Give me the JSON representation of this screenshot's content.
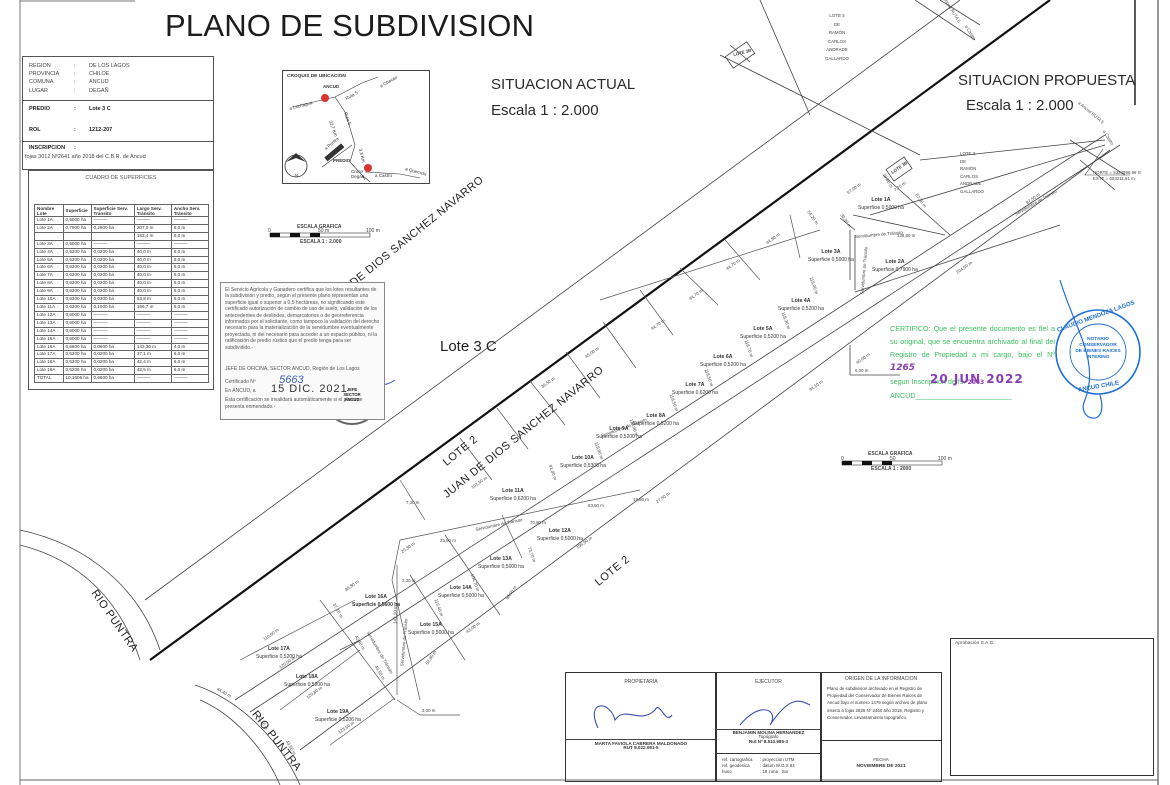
{
  "document": {
    "title": "PLANO DE SUBDIVISION"
  },
  "info_box": {
    "rows": [
      {
        "key": "REGION",
        "sep": ":",
        "value": "DE LOS LAGOS"
      },
      {
        "key": "PROVINCIA",
        "sep": ":",
        "value": "CHILOE"
      },
      {
        "key": "COMUNA",
        "sep": ":",
        "value": "ANCUD"
      },
      {
        "key": "LUGAR",
        "sep": ":",
        "value": "DEGAÑ"
      }
    ],
    "predio": {
      "key": "PREDIO",
      "sep": ":",
      "value": "Lote 3 C"
    },
    "rol": {
      "key": "ROL",
      "sep": ":",
      "value": "1212-207"
    },
    "inscripcion": {
      "key": "INSCRIPCION",
      "sep": ":",
      "value": "fojas 3012 Nº2641 año 2018 del C.B.R. de Ancud"
    }
  },
  "superficies": {
    "caption": "CUADRO DE SUPERFICIES",
    "headers": [
      "Nombre Lote",
      "Superficie",
      "Superficie Serv. Tránsito",
      "Largo Serv. Tránsito",
      "Ancho Serv. Tránsito"
    ],
    "rows": [
      [
        "Lote 1A",
        "0,5000 ha",
        "———",
        "———",
        "———"
      ],
      [
        "Lote 2A",
        "0,7900 ha",
        "0,2900 ha",
        "207,0 m",
        "6,0 m"
      ],
      [
        "",
        "",
        "",
        "183,4 m",
        "9,0 m"
      ],
      [
        "Lote 3A",
        "0,5000 ha",
        "———",
        "———",
        "———"
      ],
      [
        "Lote 4A",
        "0,5200 ha",
        "0,0200 ha",
        "40,0 m",
        "6,0 m"
      ],
      [
        "Lote 5A",
        "0,5200 ha",
        "0,0200 ha",
        "40,0 m",
        "6,0 m"
      ],
      [
        "Lote 6A",
        "0,5200 ha",
        "0,0200 ha",
        "40,0 m",
        "6,0 m"
      ],
      [
        "Lote 7A",
        "0,6200 ha",
        "0,0200 ha",
        "40,0 m",
        "6,0 m"
      ],
      [
        "Lote 8A",
        "0,5200 ha",
        "0,0200 ha",
        "40,0 m",
        "6,0 m"
      ],
      [
        "Lote 9A",
        "0,5200 ha",
        "0,0200 ha",
        "40,0 m",
        "6,0 m"
      ],
      [
        "Lote 10A",
        "0,5300 ha",
        "0,0300 ha",
        "53,8 m",
        "6,0 m"
      ],
      [
        "Lote 11A",
        "0,6200 ha",
        "0,1000 ha",
        "166,7 m",
        "6,0 m"
      ],
      [
        "Lote 12A",
        "0,5000 ha",
        "———",
        "———",
        "———"
      ],
      [
        "Lote 13A",
        "0,5000 ha",
        "———",
        "———",
        "———"
      ],
      [
        "Lote 14A",
        "0,5000 ha",
        "———",
        "———",
        "———"
      ],
      [
        "Lote 15A",
        "0,5000 ha",
        "———",
        "———",
        "———"
      ],
      [
        "Lote 16A",
        "0,5600 ha",
        "0,0600 ha",
        "143,30 m",
        "4,0 m"
      ],
      [
        "Lote 17A",
        "0,5200 ha",
        "0,0200 ha",
        "37,1 m",
        "6,0 m"
      ],
      [
        "Lote 18A",
        "0,5200 ha",
        "0,0200 ha",
        "42,4 m",
        "6,0 m"
      ],
      [
        "Lote 19A",
        "0,5206 ha",
        "0,0200 ha",
        "43,5 m",
        "6,0 m"
      ],
      [
        "TOTAL",
        "10,1606 ha",
        "0,6600 ha",
        "———",
        "———"
      ]
    ]
  },
  "croquis": {
    "title": "CROQUIS DE UBICACION",
    "labels": {
      "ancud": "ANCUD",
      "lechagua": "a Lechagua",
      "chacao": "a Chacao",
      "ruta5a": "Ruta 5",
      "ruta5b": "Ruta 5",
      "km1": "32,7 Km",
      "km2": "3,3 Km",
      "puntra": "a Puntra",
      "predio": "PREDIO",
      "cruce": "Cruce Degan",
      "castro": "a Castro",
      "quemchi": "a Quemchi",
      "north": "N"
    }
  },
  "escala_grafica_left": {
    "title": "ESCALA GRAFICA",
    "zero": "0",
    "mid": "50 m",
    "end": "100 m",
    "scale": "ESCALA 1 : 2.000"
  },
  "escala_grafica_right": {
    "title": "ESCALA GRAFICA",
    "zero": "0",
    "mid": "50",
    "end": "100 m",
    "scale": "ESCALA 1 : 2000"
  },
  "situacion_actual": {
    "title": "SITUACION ACTUAL",
    "scale": "Escala 1 : 2.000"
  },
  "situacion_propuesta": {
    "title": "SITUACION PROPUESTA",
    "scale": "Escala 1 : 2.000"
  },
  "map_labels": {
    "lote3c": "Lote 3 C",
    "lote2_a": "LOTE 2",
    "lote2_b": "LOTE 2",
    "road_upper": "JUAN DE DIOS SANCHEZ NAVARRO",
    "road_lower": "JUAN DE DIOS SANCHEZ NAVARRO",
    "rio1": "RIO PUNTRA",
    "rio2": "RIO PUNTRA",
    "lote3b_top": "LOTE 3B",
    "lote3b_right": "LOTE 3B",
    "lote3_owner_top": [
      "LOTE 3",
      "DE",
      "RAMÓN",
      "CARLOS",
      "ANDRADE",
      "GALLARDO"
    ],
    "lote3_owner_right": [
      "LOTE 3",
      "DE",
      "RAMÓN",
      "CARLOS",
      "ANDRADE",
      "GALLARDO"
    ],
    "ruta5_top": "a Ancud  RUTA 5",
    "castro_top": "a Castro",
    "ruta5_right": "a Ancud  RUTA 5",
    "castro_right": "a Castro",
    "coords": {
      "norte": "NORTE = 5324996,96 m",
      "este": "ESTE  =  603211,81 m"
    },
    "serv_transito": "Servidumbre de Tránsito",
    "north": "N"
  },
  "lotes": [
    {
      "name": "Lote 1A",
      "area": "Superficie 0,5000 ha"
    },
    {
      "name": "Lote 2A",
      "area": "Superficie 0,7900 ha"
    },
    {
      "name": "Lote 3A",
      "area": "Superficie 0,5000 ha"
    },
    {
      "name": "Lote 4A",
      "area": "Superficie 0,5200 ha"
    },
    {
      "name": "Lote 5A",
      "area": "Superficie 0,5200 ha"
    },
    {
      "name": "Lote 6A",
      "area": "Superficie 0,5200 ha"
    },
    {
      "name": "Lote 7A",
      "area": "Superficie 0,6200 ha"
    },
    {
      "name": "Lote 8A",
      "area": "Superficie 0,5200 ha"
    },
    {
      "name": "Lote 9A",
      "area": "Superficie 0,5200 ha"
    },
    {
      "name": "Lote 10A",
      "area": "Superficie 0,5300 ha"
    },
    {
      "name": "Lote 11A",
      "area": "Superficie 0,6200 ha"
    },
    {
      "name": "Lote 12A",
      "area": "Superficie 0,5000 ha"
    },
    {
      "name": "Lote 13A",
      "area": "Superficie 0,5000 ha"
    },
    {
      "name": "Lote 14A",
      "area": "Superficie 0,5000 ha"
    },
    {
      "name": "Lote 15A",
      "area": "Superficie 0,5000 ha"
    },
    {
      "name": "Lote 16A",
      "area": "Superficie 0,5600 ha"
    },
    {
      "name": "Lote 17A",
      "area": "Superficie 0,5200 ha"
    },
    {
      "name": "Lote 18A",
      "area": "Superficie 0,5200 ha"
    },
    {
      "name": "Lote 19A",
      "area": "Superficie 0,5206 ha"
    }
  ],
  "dimensions": {
    "d1": "67,00 m",
    "d2": "87,30 m",
    "d3": "87,30 m",
    "d4": "30,30 m",
    "d5": "138,80 m",
    "d6": "54,20 m",
    "d7": "204,50 m",
    "d8": "44,80 m",
    "d9": "44,70 m",
    "d10": "44,70 m",
    "d11": "44,70 m",
    "d12": "45,00 m",
    "d13": "36,50 m",
    "d14": "101,50 m",
    "d15": "118,00 m",
    "d16": "118,30 m",
    "d17": "118,70 m",
    "d18": "118,50 m",
    "d19": "118,50 m",
    "d20": "118,90 m",
    "d21": "118,90 m",
    "d22": "91,00 m",
    "d23": "83,50 m",
    "d24": "70,80 m",
    "d25": "19,80 m",
    "d26": "27,50 m",
    "d27": "7,30 m",
    "d28": "25,80 m",
    "d29": "20,30 m",
    "d30": "73,70 m",
    "d31": "104,70 m",
    "d32": "116,40 m",
    "d33": "196,90 m",
    "d34": "98,00 m",
    "d35": "43,00 m",
    "d36": "2,30 m",
    "d37": "141,50 m",
    "d38": "82,80 m",
    "d39": "86,80 m",
    "d40": "37,10 m",
    "d41": "42,40 m",
    "d42": "43,50 m",
    "d43": "110,50 m",
    "d44": "120,00 m",
    "d45": "120,80 m",
    "d46": "44,40 m",
    "d47": "43,10 m",
    "d48": "43,50 m",
    "d49": "123,50 m",
    "d50": "3,00 m",
    "d51": "6,00 m",
    "d52": "10,80 m",
    "d53": "7,70 m",
    "d54": "67,30 m",
    "d55": "87,50 m",
    "d56": "40,00 m",
    "d57": "44,10 m"
  },
  "sag_certificate": {
    "text": "El Servicio Agrícola y Ganadero certifica que los lotes resultantes de la subdivisión y predio, según el presente plano representan una superficie igual o superior a 0,5 hectáreas, no significando este certificado autorización de cambio de uso de suelo, validación de los antecedentes de deslindes, demarcatorios o de georreferencia informados por el solicitante, como tampoco la validación del derecho necesario para la materialización de la servidumbre eventualmente proyectada, ni del necesario para acceder a un espacio público, ni la ratificación de predio rústico que el predio tenga para ser subdividido.-",
    "signer": "JEFE DE OFICINA, SECTOR ANCUD, Región de Los Lagos",
    "cert_label": "Certificado Nº",
    "cert_number": "5663",
    "place_label": "En ANCUD, a",
    "date": "15 DIC. 2021",
    "footer": "Esta certificación se invalidará automáticamente si el plano se presenta enmendado.-",
    "seal": {
      "center": "JEFE SECTOR ANCUD",
      "ring": "SERVICIO AGRICOLA Y GANADERO · REGION DE LOS LAGOS"
    }
  },
  "notary": {
    "text_before": "CERTIFICO: Que el presente documento es fiel a su original, que se encuentra archivado al final del Registro de Propiedad a mi cargo, bajo el Nº",
    "number": "1265",
    "text_mid": "segun Inscripción de fs.",
    "fs": "2063",
    "date": "20 JUN 2022",
    "place": "ANCUD",
    "seal": {
      "ring_top": "CLAUDIO MENDOZA LAGOS",
      "ring_bottom": "ANCUD CHILE",
      "center": [
        "NOTARIO",
        "CONSERVADOR",
        "DE BIENES RAICES",
        "INTERINO"
      ]
    },
    "color": "#3cc060",
    "seal_color": "#1e6fd0"
  },
  "title_block": {
    "propietaria": {
      "header": "PROPIETARIA",
      "name": "MARTA FAVIOLA CABRERA MALDONADO",
      "rut": "RUT 8.022.081-5"
    },
    "ejecutor": {
      "header": "EJECUTOR",
      "name": "BENJAMIN MOLINA HERNANDEZ",
      "role": "Topógrafo",
      "rut": "Rut Nº 8.510.985-3"
    },
    "ref": [
      {
        "k": "ref. cartografica",
        "v": ": proyeccion UTM"
      },
      {
        "k": "ref. geodesica",
        "v": ": datum W.G.S 84"
      },
      {
        "k": "huso",
        "v": ": 18  zona : Sur"
      }
    ],
    "origen": {
      "header": "ORIGEN DE LA INFORMACION",
      "text": "Plano de subdivision archivado en el Registro de Propiedad del Conservador de Bienes Raices de Ancud bajo el número 1479 según archivo de plano inserto a fojas 2825 Nº 2460 año 2018, Registro y Conservador. Levantamiento topografico."
    },
    "fecha": {
      "header": "FECHA",
      "value": "NOVIEMBRE DE 2021"
    },
    "sag": {
      "header": "Aprobación S.A.G."
    }
  }
}
